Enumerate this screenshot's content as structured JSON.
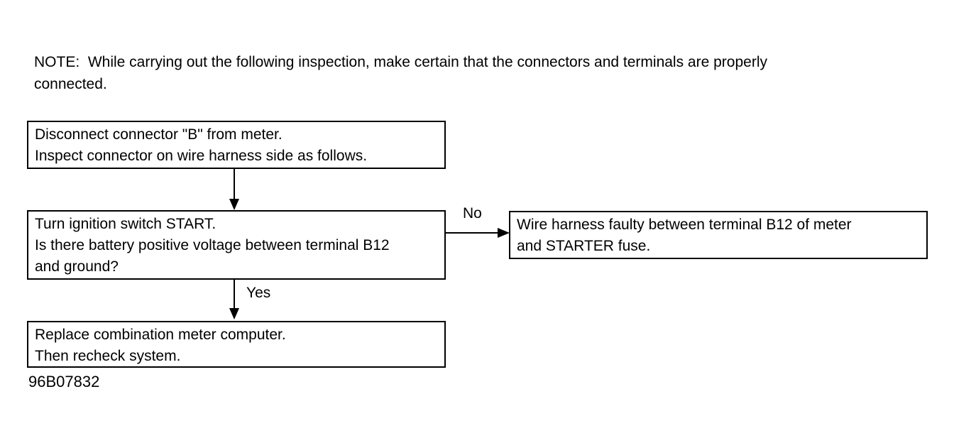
{
  "note": {
    "line1": "NOTE:  While carrying out the following inspection, make certain that the connectors and terminals are properly",
    "line2": "connected."
  },
  "flowchart": {
    "step1": {
      "lines": [
        "Disconnect connector \"B\" from meter.",
        "Inspect connector on wire harness side as follows."
      ]
    },
    "step2": {
      "lines": [
        "Turn ignition switch START.",
        "Is there battery positive voltage between terminal B12",
        "and ground?"
      ]
    },
    "no_branch": {
      "label": "No",
      "lines": [
        "Wire harness faulty between terminal B12 of meter",
        "and STARTER fuse."
      ]
    },
    "yes_branch": {
      "label": "Yes"
    },
    "step3": {
      "lines": [
        "Replace combination meter computer.",
        "Then recheck system."
      ]
    }
  },
  "figure_code": "96B07832",
  "colors": {
    "ink": "#000000",
    "background": "#ffffff"
  }
}
